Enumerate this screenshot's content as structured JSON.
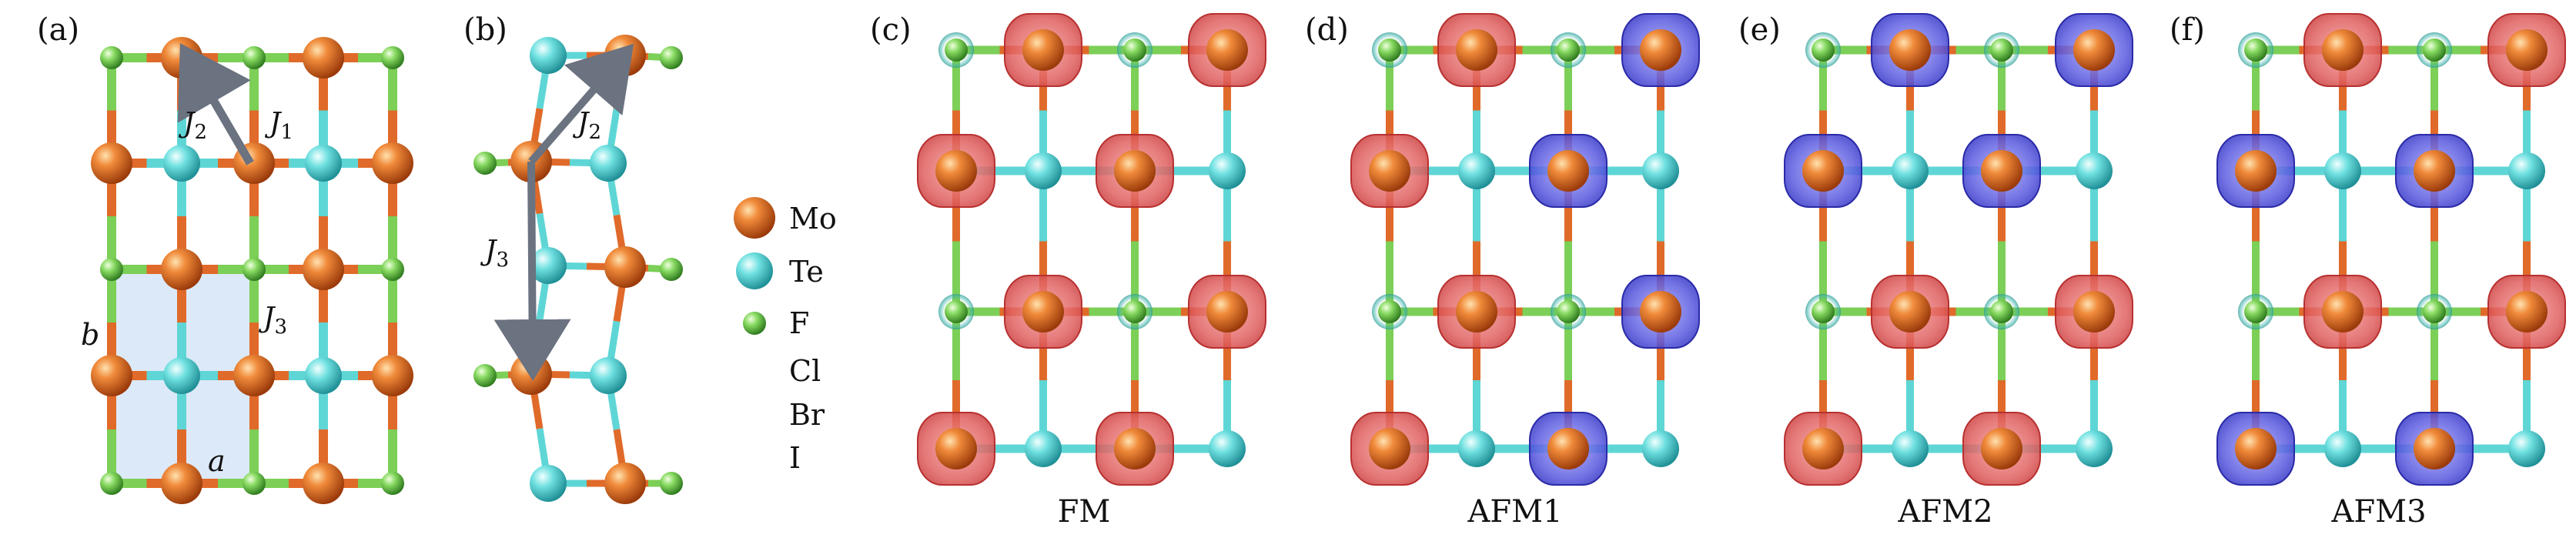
{
  "panels": [
    {
      "id": "a",
      "label": "(a)"
    },
    {
      "id": "b",
      "label": "(b)"
    },
    {
      "id": "c",
      "label": "(c)",
      "caption": "FM"
    },
    {
      "id": "d",
      "label": "(d)",
      "caption": "AFM1"
    },
    {
      "id": "e",
      "label": "(e)",
      "caption": "AFM2"
    },
    {
      "id": "f",
      "label": "(f)",
      "caption": "AFM3"
    }
  ],
  "exchange": {
    "j1": "J",
    "j1_sub": "1",
    "j2": "J",
    "j2_sub": "2",
    "j3": "J",
    "j3_sub": "3"
  },
  "lattice": {
    "a": "a",
    "b": "b"
  },
  "legend": {
    "items": [
      {
        "symbol": "Mo",
        "atom": "mo"
      },
      {
        "symbol": "Te",
        "atom": "te"
      },
      {
        "symbol": "F",
        "atom": "x"
      },
      {
        "symbol": "Cl",
        "atom": "none"
      },
      {
        "symbol": "Br",
        "atom": "none"
      },
      {
        "symbol": "I",
        "atom": "none"
      }
    ]
  },
  "colors": {
    "mo": "#e06a2a",
    "te": "#5fd6d6",
    "x": "#7ccf57",
    "spin_up": "#e05050",
    "spin_down": "#4a4ad8",
    "arrow": "#8a93a3",
    "cell_fill": "#dce9f8"
  },
  "spin_patterns": {
    "c": [
      [
        "u",
        "u"
      ],
      [
        "u",
        "u"
      ],
      [
        "u",
        "u"
      ],
      [
        "u",
        "u"
      ]
    ],
    "d": [
      [
        "u",
        "d"
      ],
      [
        "u",
        "d"
      ],
      [
        "u",
        "d"
      ],
      [
        "u",
        "d"
      ]
    ],
    "e": [
      [
        "d",
        "d"
      ],
      [
        "d",
        "d"
      ],
      [
        "u",
        "u"
      ],
      [
        "u",
        "u"
      ]
    ],
    "f": [
      [
        "u",
        "u"
      ],
      [
        "d",
        "d"
      ],
      [
        "u",
        "u"
      ],
      [
        "d",
        "d"
      ]
    ]
  }
}
